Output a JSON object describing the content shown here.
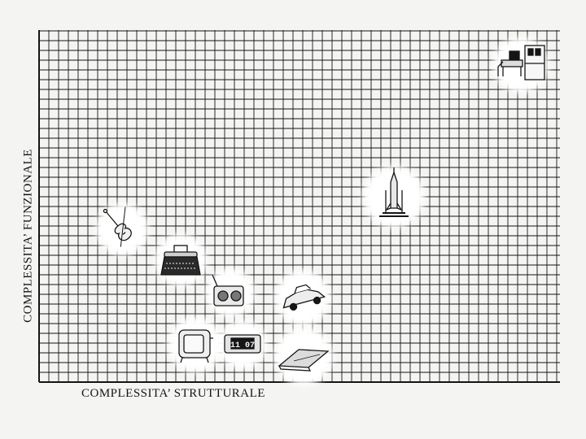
{
  "axes": {
    "x_label": "COMPLESSITA’ STRUTTURALE",
    "y_label": "COMPLESSITA’ FUNZIONALE"
  },
  "objects": [
    {
      "icon": "computer-workstation-icon"
    },
    {
      "icon": "rocket-launch-icon"
    },
    {
      "icon": "violin-icon"
    },
    {
      "icon": "typewriter-icon"
    },
    {
      "icon": "portable-radio-icon"
    },
    {
      "icon": "sports-car-icon"
    },
    {
      "icon": "television-icon"
    },
    {
      "icon": "digital-clock-icon",
      "display": "11 07"
    },
    {
      "icon": "folded-cloth-icon"
    }
  ],
  "colors": {
    "ink": "#151515",
    "paper": "#f4f4f2",
    "halo": "#ffffff"
  }
}
